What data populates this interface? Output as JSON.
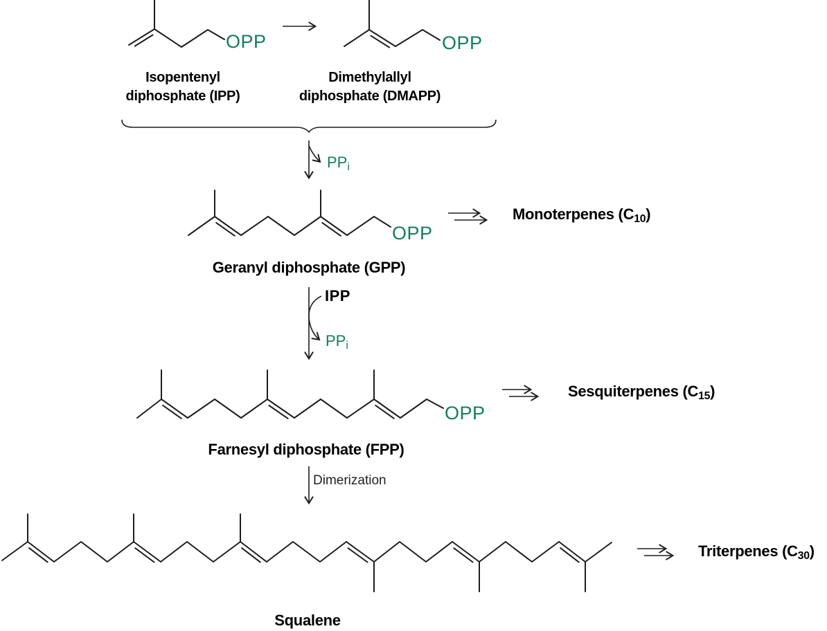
{
  "colors": {
    "green": "#117F58",
    "ink": "#1c1c1c"
  },
  "molecules": {
    "ipp": {
      "opp": "OPP",
      "label_lines": [
        "Isopentenyl",
        "diphosphate (IPP)"
      ]
    },
    "dmapp": {
      "opp": "OPP",
      "label_lines": [
        "Dimethylallyl",
        "diphosphate (DMAPP)"
      ]
    },
    "gpp": {
      "opp": "OPP",
      "label": "Geranyl diphosphate (GPP)"
    },
    "fpp": {
      "opp": "OPP",
      "label": "Farnesyl diphosphate (FPP)"
    },
    "squalene": {
      "label": "Squalene"
    }
  },
  "reactions": {
    "condensation": {
      "byproduct": {
        "pre": "PP",
        "sub": "i"
      }
    },
    "elongation": {
      "reagent": "IPP",
      "byproduct": {
        "pre": "PP",
        "sub": "i"
      }
    },
    "dimerization": {
      "label": "Dimerization"
    }
  },
  "products": {
    "monoterpenes": {
      "pre": "Monoterpenes (C",
      "sub": "10",
      "post": ")"
    },
    "sesquiterpenes": {
      "pre": "Sesquiterpenes (C",
      "sub": "15",
      "post": ")"
    },
    "triterpenes": {
      "pre": "Triterpenes (C",
      "sub": "30",
      "post": ")"
    }
  }
}
